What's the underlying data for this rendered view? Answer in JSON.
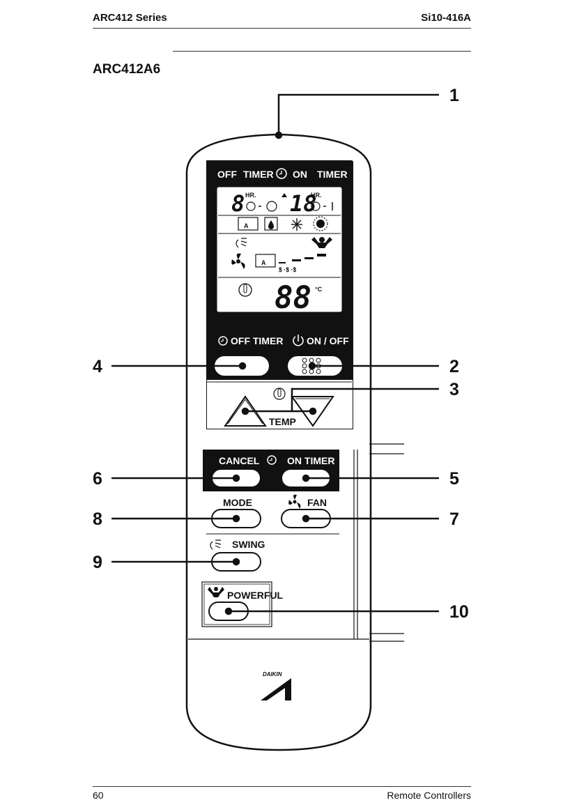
{
  "header": {
    "series": "ARC412 Series",
    "doc_code": "Si10-416A"
  },
  "model": "ARC412A6",
  "display": {
    "panel_label_off_timer": "OFF",
    "panel_label_timer1": "TIMER",
    "panel_label_on": "ON",
    "panel_label_timer2": "TIMER",
    "timer_digits_left": "8",
    "timer_digits_right": "18",
    "hr_label": "HR.",
    "temp_digits": "88",
    "temp_unit": "°C"
  },
  "buttons": {
    "off_timer": "OFF TIMER",
    "on_off": "ON / OFF",
    "temp": "TEMP",
    "cancel": "CANCEL",
    "on_timer": "ON TIMER",
    "mode": "MODE",
    "fan": "FAN",
    "swing": "SWING",
    "powerful": "POWERFUL"
  },
  "brand": "DAIKIN",
  "callouts": [
    "1",
    "2",
    "3",
    "4",
    "5",
    "6",
    "7",
    "8",
    "9",
    "10"
  ],
  "footer": {
    "page": "60",
    "section": "Remote Controllers"
  }
}
